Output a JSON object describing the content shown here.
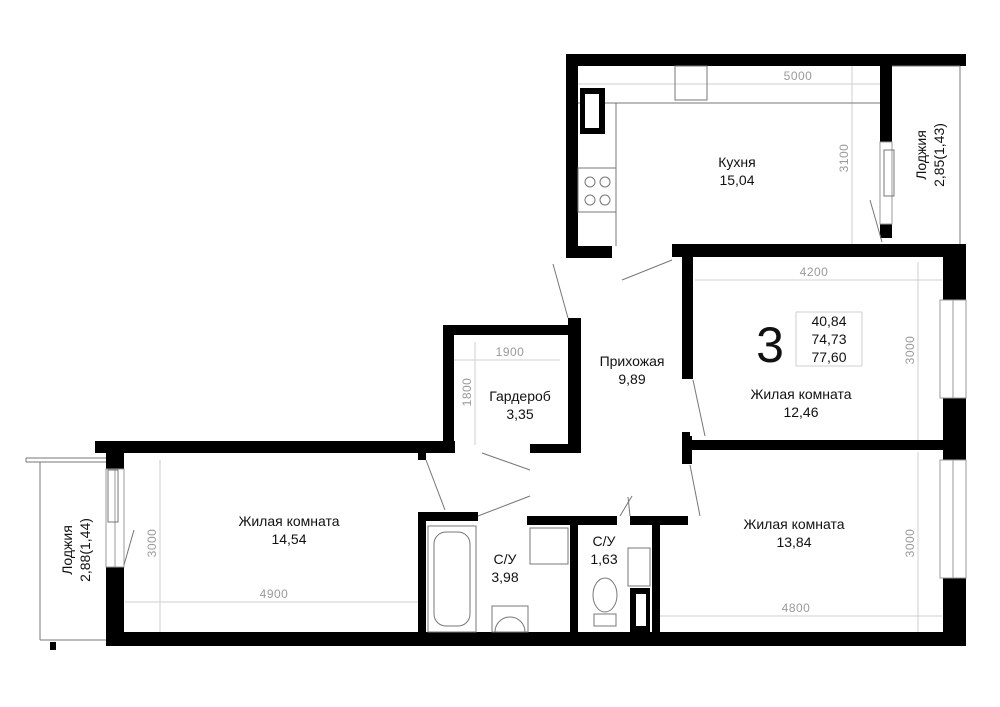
{
  "rooms": {
    "kitchen": {
      "name": "Кухня",
      "area": "15,04"
    },
    "hallway": {
      "name": "Прихожая",
      "area": "9,89"
    },
    "wardrobe": {
      "name": "Гардероб",
      "area": "3,35"
    },
    "living_left": {
      "name": "Жилая комната",
      "area": "14,54"
    },
    "bath_big": {
      "name": "С/У",
      "area": "3,98"
    },
    "bath_small": {
      "name": "С/У",
      "area": "1,63"
    },
    "living_top_right": {
      "name": "Жилая комната",
      "area": "12,46"
    },
    "living_bottom_right": {
      "name": "Жилая комната",
      "area": "13,84"
    },
    "loggia_right": {
      "name": "Лоджия",
      "area": "2,85(1,43)"
    },
    "loggia_left": {
      "name": "Лоджия",
      "area": "2,88(1,44)"
    }
  },
  "summary": {
    "rooms_count": "3",
    "living_area": "40,84",
    "total_area": "74,73",
    "total_with_loggias": "77,60"
  },
  "dimensions": {
    "kitchen_width": "5000",
    "kitchen_depth": "3100",
    "wardrobe_width": "1900",
    "wardrobe_depth": "1800",
    "room_tr_width": "4200",
    "room_tr_depth": "3000",
    "room_left_depth": "3000",
    "room_left_width": "4900",
    "room_br_depth": "3000",
    "room_br_width": "4800"
  }
}
